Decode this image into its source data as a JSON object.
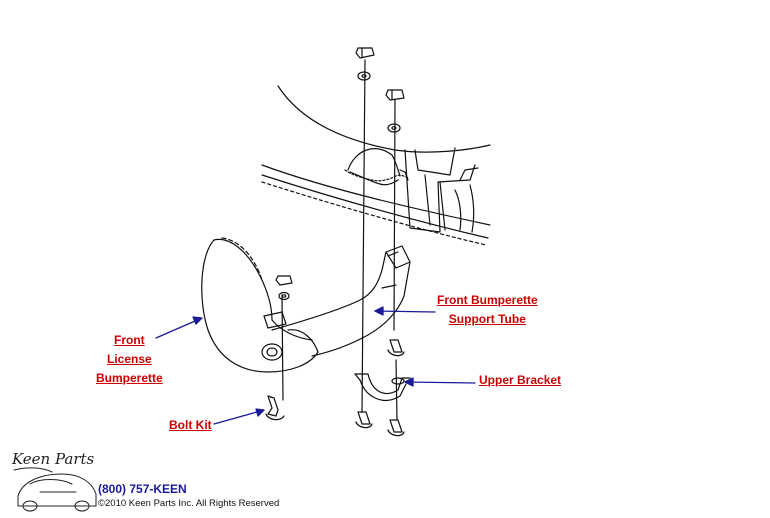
{
  "labels": {
    "front_license_bumperette": [
      "Front",
      "License",
      "Bumperette"
    ],
    "front_bumperette_support_tube": [
      "Front Bumperette",
      "Support Tube"
    ],
    "upper_bracket": "Upper Bracket",
    "bolt_kit": "Bolt Kit"
  },
  "footer": {
    "phone": "(800) 757-KEEN",
    "copyright": "©2010 Keen Parts Inc. All Rights Reserved"
  },
  "logo": {
    "script_text": "Keen Parts"
  },
  "colors": {
    "label_text": "#cc0000",
    "arrow": "#1a1a99",
    "line_art": "#111111"
  }
}
